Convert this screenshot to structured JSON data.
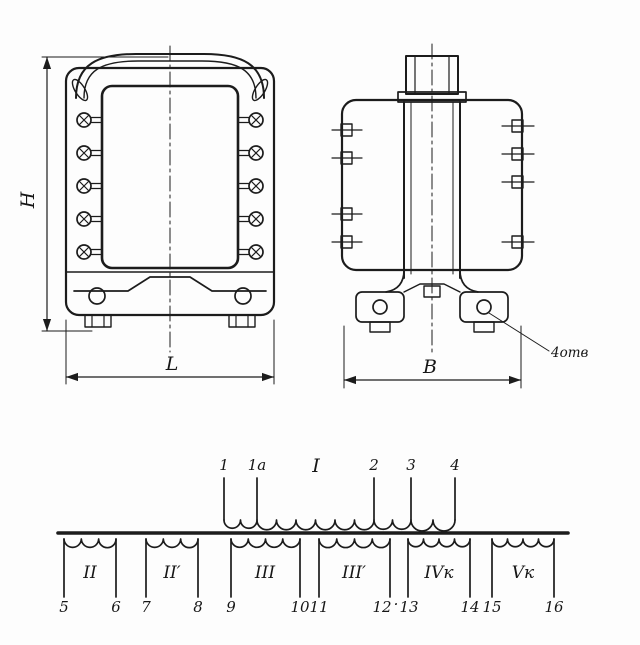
{
  "views": {
    "front": {
      "dim_height": "H",
      "dim_length": "L"
    },
    "side": {
      "dim_width": "B",
      "holes_note": "4отв"
    }
  },
  "schematic": {
    "primary_label": "I",
    "primary_terminals": [
      "1",
      "1а",
      "2",
      "3",
      "4"
    ],
    "separator_dot": "·",
    "secondary_windings": [
      {
        "label": "II",
        "t_left": "5",
        "t_right": "6"
      },
      {
        "label": "II′",
        "t_left": "7",
        "t_right": "8"
      },
      {
        "label": "III",
        "t_left": "9",
        "t_right": "10"
      },
      {
        "label": "III′",
        "t_left": "11",
        "t_right": "12"
      },
      {
        "label": "IVк",
        "t_left": "13",
        "t_right": "14"
      },
      {
        "label": "Vк",
        "t_left": "15",
        "t_right": "16"
      }
    ]
  }
}
